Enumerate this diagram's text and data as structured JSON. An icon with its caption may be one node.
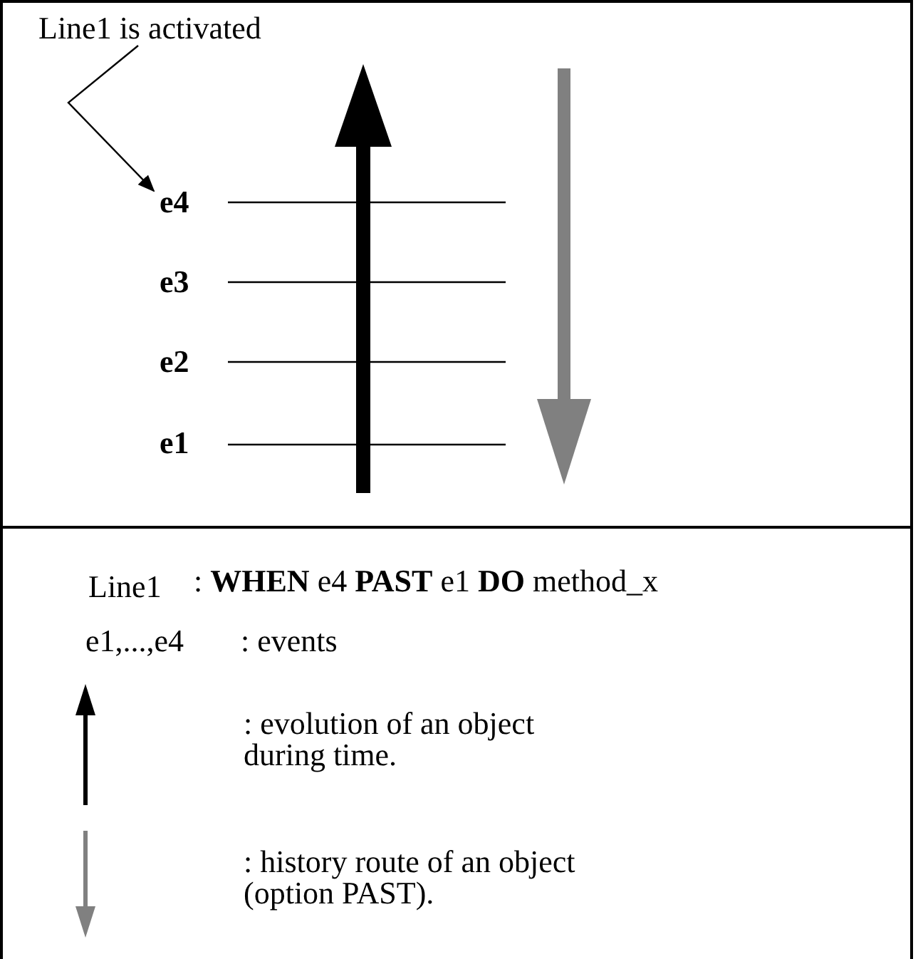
{
  "diagram": {
    "nodes": [
      {
        "text": [
          "Line1 is activated"
        ]
      },
      {
        "text": [
          "e4"
        ]
      }
    ],
    "edges": [
      {
        "from": 0,
        "to": 1,
        "arrow": "to"
      }
    ],
    "labels": [
      "e3",
      "e2",
      "e1",
      "Line1",
      ": **WHEN** e4 **PAST** e1 **DO** method_x",
      "e1,...,e4",
      ": events"
    ],
    "legend": [
      {
        "text": ": evolution of an object during time."
      },
      {
        "text": ": history route of an object (option PAST)."
      }
    ]
  }
}
